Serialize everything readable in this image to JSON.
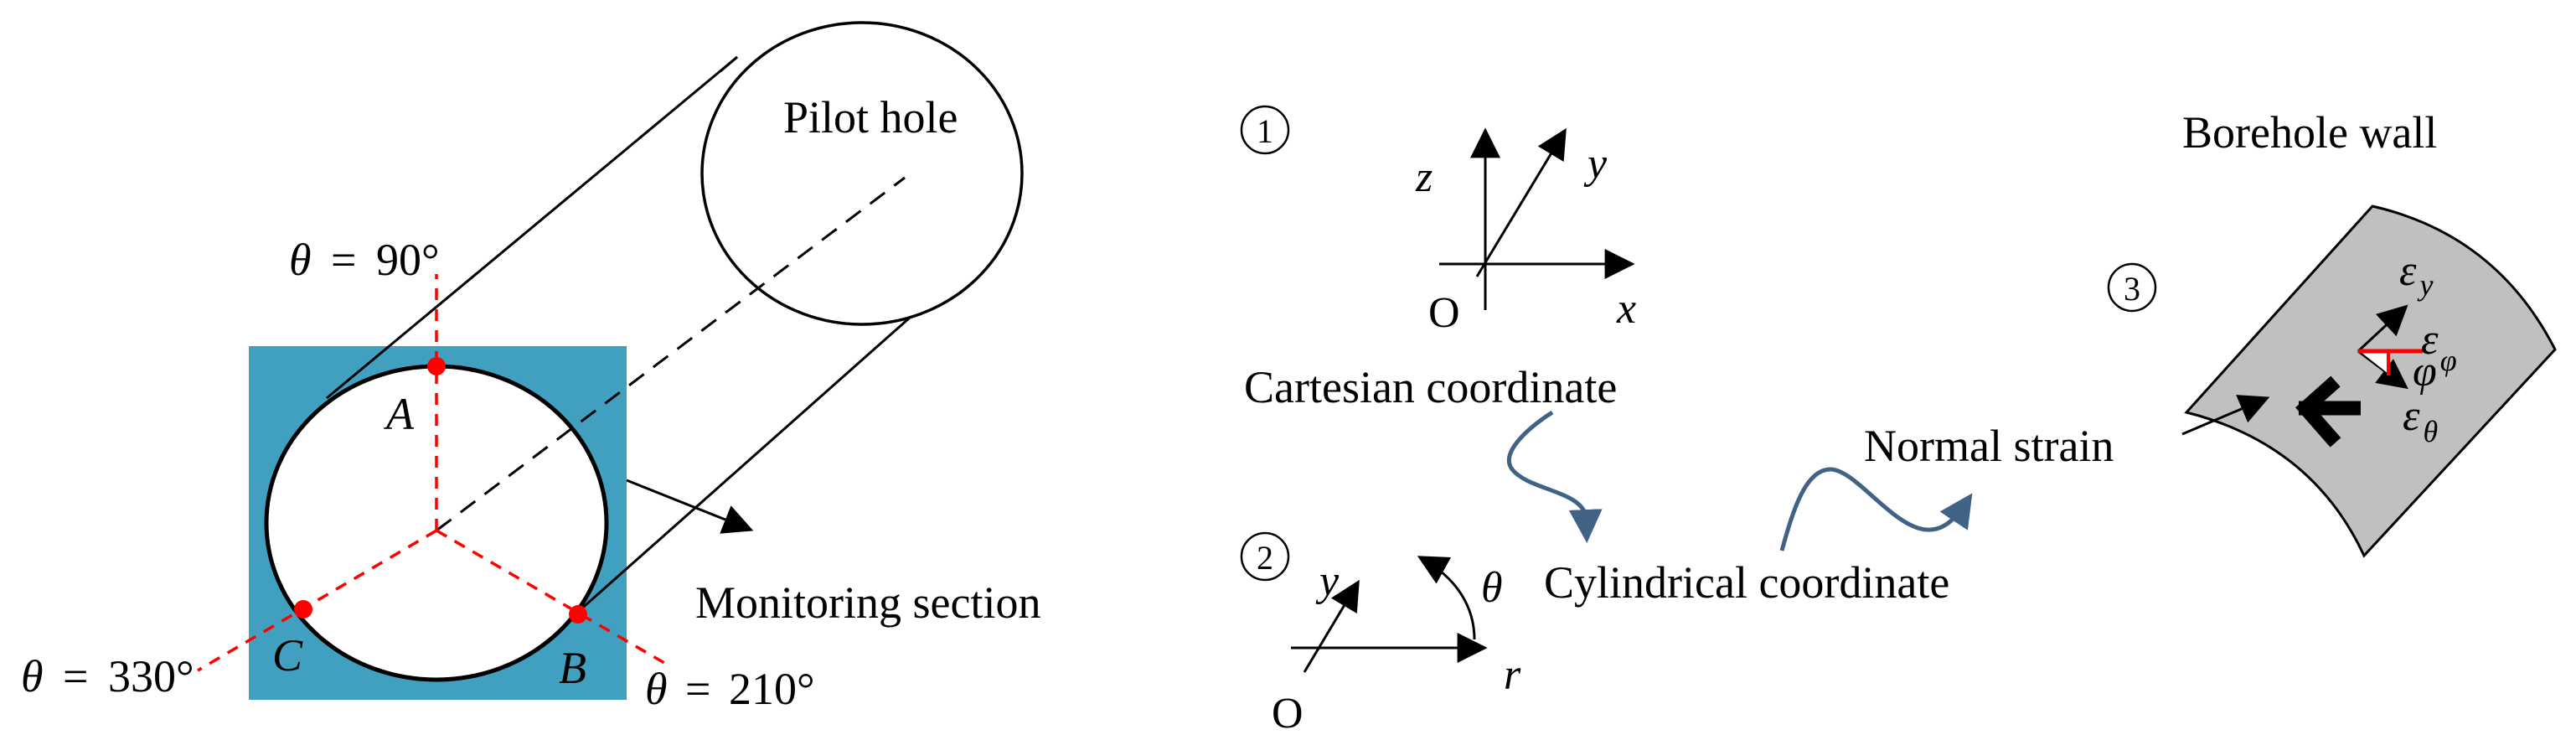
{
  "figure": {
    "colors": {
      "section_fill": "#41a0c0",
      "borehole_wall_fill": "#c0c0c0",
      "marker_red": "#ff0000",
      "flow_arrow": "#406285",
      "line": "#000000"
    },
    "left_panel": {
      "pilot_hole_label": "Pilot hole",
      "monitoring_section_label": "Monitoring section",
      "angles": [
        {
          "symbol": "θ",
          "eq": "=",
          "value": "90°"
        },
        {
          "symbol": "θ",
          "eq": "=",
          "value": "330°"
        },
        {
          "symbol": "θ",
          "eq": "=",
          "value": "210°"
        }
      ],
      "points": [
        {
          "label": "A"
        },
        {
          "label": "B"
        },
        {
          "label": "C"
        }
      ]
    },
    "right_panel": {
      "step1": {
        "marker": "①",
        "axes": {
          "z": "z",
          "y": "y",
          "x": "x",
          "origin": "O"
        },
        "caption": "Cartesian coordinate"
      },
      "step2": {
        "marker": "②",
        "axes": {
          "y": "y",
          "theta": "θ",
          "r": "r",
          "origin": "O"
        },
        "caption": "Cylindrical coordinate"
      },
      "step3": {
        "marker": "③",
        "title": "Borehole wall",
        "normal_strain_label": "Normal strain",
        "strains": {
          "eps_y_main": "ε",
          "eps_y_sub": "y",
          "eps_phi_main": "ε",
          "eps_phi_sub": "φ",
          "phi": "φ",
          "eps_theta_main": "ε",
          "eps_theta_sub": "θ"
        }
      }
    }
  }
}
